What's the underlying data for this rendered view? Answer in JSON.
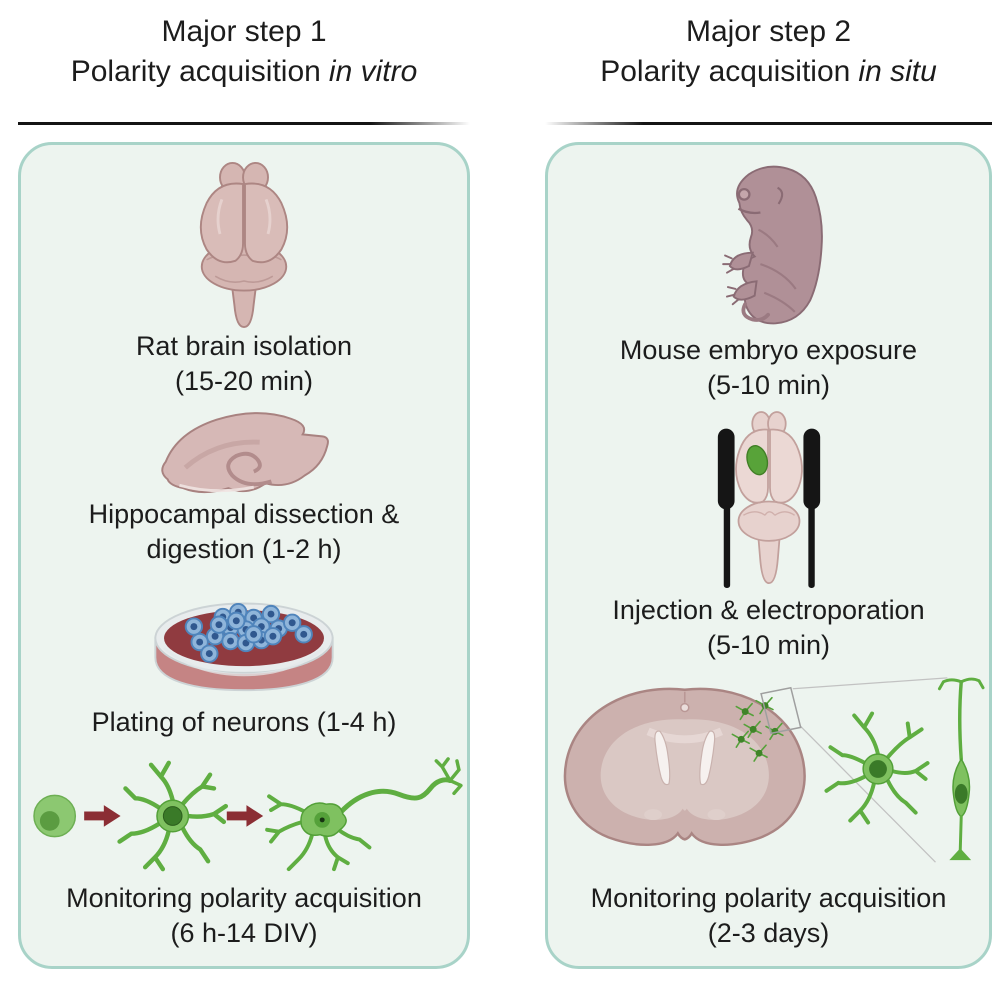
{
  "left": {
    "title_line1": "Major step 1",
    "title_line2_text": "Polarity acquisition",
    "title_line2_italic": "in vitro",
    "steps": {
      "brain": {
        "line1": "Rat brain isolation",
        "line2": "(15-20 min)"
      },
      "hippocampus": {
        "line1": "Hippocampal dissection &",
        "line2": "digestion (1-2 h)"
      },
      "plating": {
        "line1": "Plating of neurons (1-4 h)"
      },
      "monitoring": {
        "line1": "Monitoring polarity acquisition",
        "line2": "(6 h-14 DIV)"
      }
    }
  },
  "right": {
    "title_line1": "Major step 2",
    "title_line2_text": "Polarity acquisition",
    "title_line2_italic": "in situ",
    "steps": {
      "embryo": {
        "line1": "Mouse embryo exposure",
        "line2": "(5-10 min)"
      },
      "electroporation": {
        "line1": "Injection & electroporation",
        "line2": "(5-10 min)"
      },
      "monitoring": {
        "line1": "Monitoring polarity acquisition",
        "line2": "(2-3 days)"
      }
    }
  },
  "illustrations": {
    "left": [
      "rat-brain-dorsal",
      "hippocampus",
      "petri-dish-with-neurons",
      "neuron-polarization-stages"
    ],
    "right": [
      "mouse-embryo",
      "brain-with-electroporation-electrodes",
      "coronal-section-with-gfp-neurons"
    ]
  },
  "colors": {
    "panel_background": "#edf4ef",
    "panel_border": "#a8d3c8",
    "underline": "#141414",
    "text": "#1c1c1c",
    "tissue_pink": "#d5b6b2",
    "tissue_outline": "#ad8683",
    "embryo_mauve": "#b09097",
    "medium_red": "#903b40",
    "dish_wall": "#c58484",
    "cell_blue": "#8fb5da",
    "neuron_green": "#7fc160",
    "neuron_dark_green": "#3a7a28",
    "arrow_maroon": "#8b2e34",
    "electrode_black": "#151515",
    "gfp_patch_green": "#58a339"
  }
}
